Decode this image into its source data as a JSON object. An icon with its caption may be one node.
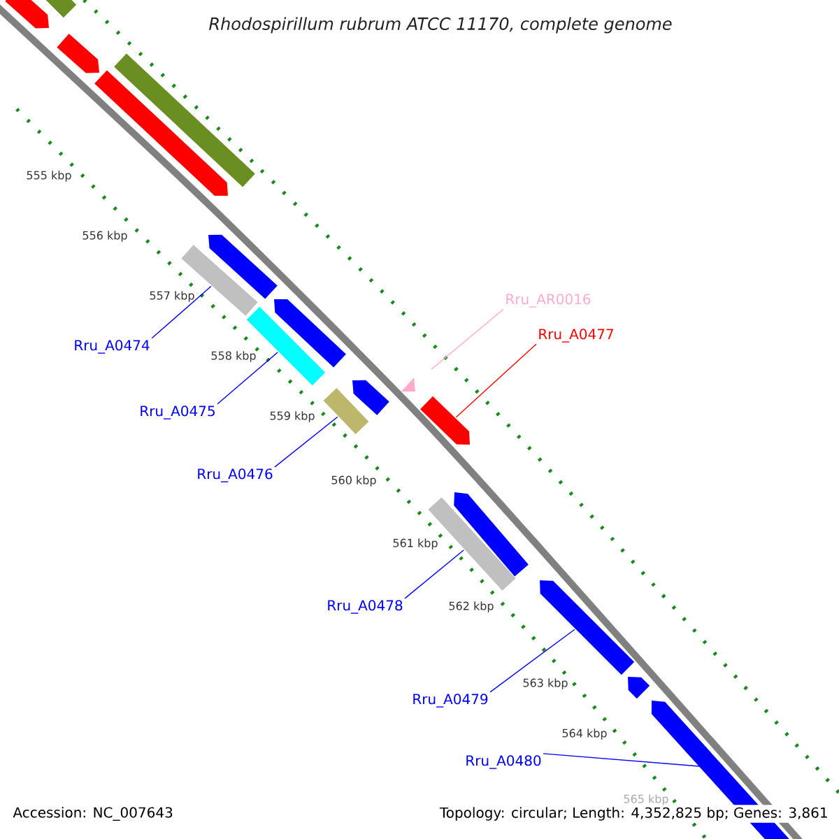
{
  "diagram": {
    "title": "*Rhodospirillum rubrum* ATCC 11170, complete genome",
    "nodes": [
      {
        "text": [],
        "shape": "pentagon"
      },
      {
        "text": [],
        "shape": "bar"
      },
      {
        "text": [],
        "shape": "pentagon"
      },
      {
        "text": [],
        "shape": "pentagon"
      },
      {
        "text": [],
        "shape": "bar"
      },
      {
        "text": [],
        "shape": "pentagon"
      },
      {
        "text": [],
        "shape": "bar"
      },
      {
        "text": [
          "Rru_A0474"
        ]
      },
      {
        "text": [],
        "shape": "pentagon"
      },
      {
        "text": [],
        "shape": "bar"
      },
      {
        "text": [
          "Rru_AR0016"
        ]
      },
      {
        "text": [
          "Rru_A0477"
        ]
      },
      {
        "text": [
          "Rru_A0475"
        ]
      },
      {
        "text": [],
        "shape": "pentagon"
      },
      {
        "text": [],
        "shape": "triangle"
      },
      {
        "text": [],
        "shape": "bar"
      },
      {
        "text": [],
        "shape": "pentagon"
      },
      {
        "text": [
          "Rru_A0476"
        ]
      },
      {
        "text": [],
        "shape": "pentagon"
      },
      {
        "text": [],
        "shape": "bar"
      },
      {
        "text": [
          "Rru_A0478"
        ]
      },
      {
        "text": [],
        "shape": "pentagon"
      },
      {
        "text": [],
        "shape": "pentagon"
      },
      {
        "text": [
          "Rru_A0479"
        ]
      },
      {
        "text": [],
        "shape": "pentagon"
      },
      {
        "text": [
          "Rru_A0480"
        ]
      }
    ],
    "edges": [
      {
        "from": 7,
        "to": 6,
        "arrow": "none"
      },
      {
        "from": 10,
        "to": 14,
        "arrow": "none",
        "color": "#ffaacc"
      },
      {
        "from": 11,
        "to": 16,
        "arrow": "none",
        "color": "#ff0000"
      },
      {
        "from": 12,
        "to": 9,
        "arrow": "none"
      },
      {
        "from": 17,
        "to": 15,
        "arrow": "none"
      },
      {
        "from": 20,
        "to": 19,
        "arrow": "none"
      },
      {
        "from": 23,
        "to": 21,
        "arrow": "none"
      },
      {
        "from": 25,
        "to": 24,
        "arrow": "none"
      }
    ],
    "labels": [
      "555 kbp",
      "556 kbp",
      "557 kbp",
      "558 kbp",
      "559 kbp",
      "560 kbp",
      "561 kbp",
      "562 kbp",
      "563 kbp",
      "564 kbp",
      "565 kbp",
      "Accession: NC_007643",
      "Topology: circular; Length: 4,352,825 bp; Genes: 3,861"
    ]
  }
}
